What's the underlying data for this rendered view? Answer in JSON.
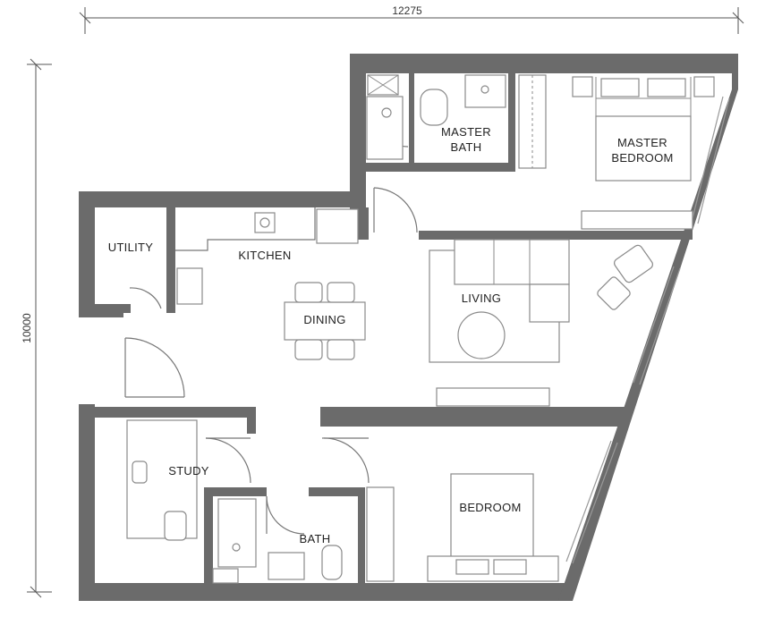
{
  "dimensions": {
    "width": "12275",
    "height": "10000"
  },
  "rooms": {
    "master_bath": [
      "MASTER",
      "BATH"
    ],
    "master_bedroom": [
      "MASTER",
      "BEDROOM"
    ],
    "utility": "UTILITY",
    "kitchen": "KITCHEN",
    "dining": "DINING",
    "living": "LIVING",
    "study": "STUDY",
    "bath": "BATH",
    "bedroom": "BEDROOM"
  }
}
